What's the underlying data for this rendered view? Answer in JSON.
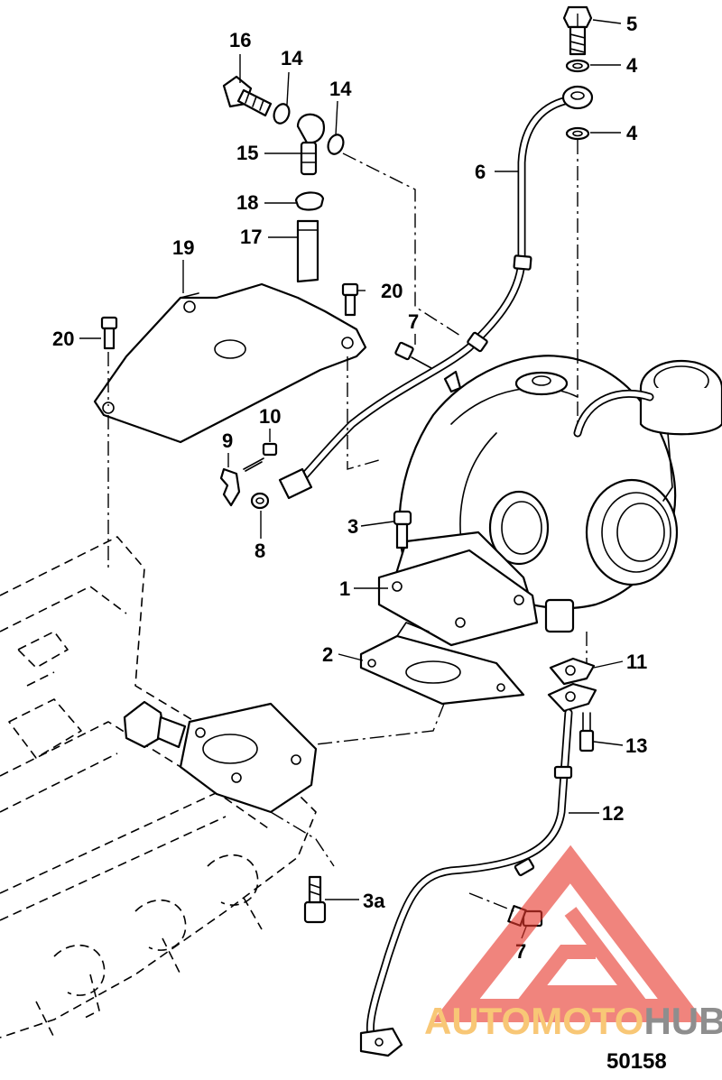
{
  "figure_number": "50158",
  "watermark": {
    "part1": "AUTO",
    "part2": "MOTO",
    "part3": "HUB",
    "colors": {
      "triangle": "#e8392e",
      "auto_moto": "#f5a623",
      "hub": "#4a4a4a"
    }
  },
  "callouts": [
    {
      "id": "c16",
      "label": "16"
    },
    {
      "id": "c14a",
      "label": "14"
    },
    {
      "id": "c14b",
      "label": "14"
    },
    {
      "id": "c15",
      "label": "15"
    },
    {
      "id": "c18",
      "label": "18"
    },
    {
      "id": "c17",
      "label": "17"
    },
    {
      "id": "c19",
      "label": "19"
    },
    {
      "id": "c20a",
      "label": "20"
    },
    {
      "id": "c20b",
      "label": "20"
    },
    {
      "id": "c5",
      "label": "5"
    },
    {
      "id": "c4a",
      "label": "4"
    },
    {
      "id": "c4b",
      "label": "4"
    },
    {
      "id": "c6",
      "label": "6"
    },
    {
      "id": "c7a",
      "label": "7"
    },
    {
      "id": "c10",
      "label": "10"
    },
    {
      "id": "c9",
      "label": "9"
    },
    {
      "id": "c8",
      "label": "8"
    },
    {
      "id": "c3",
      "label": "3"
    },
    {
      "id": "c1",
      "label": "1"
    },
    {
      "id": "c2",
      "label": "2"
    },
    {
      "id": "c11",
      "label": "11"
    },
    {
      "id": "c13",
      "label": "13"
    },
    {
      "id": "c12",
      "label": "12"
    },
    {
      "id": "c3a",
      "label": "3a"
    },
    {
      "id": "c7b",
      "label": "7"
    }
  ]
}
